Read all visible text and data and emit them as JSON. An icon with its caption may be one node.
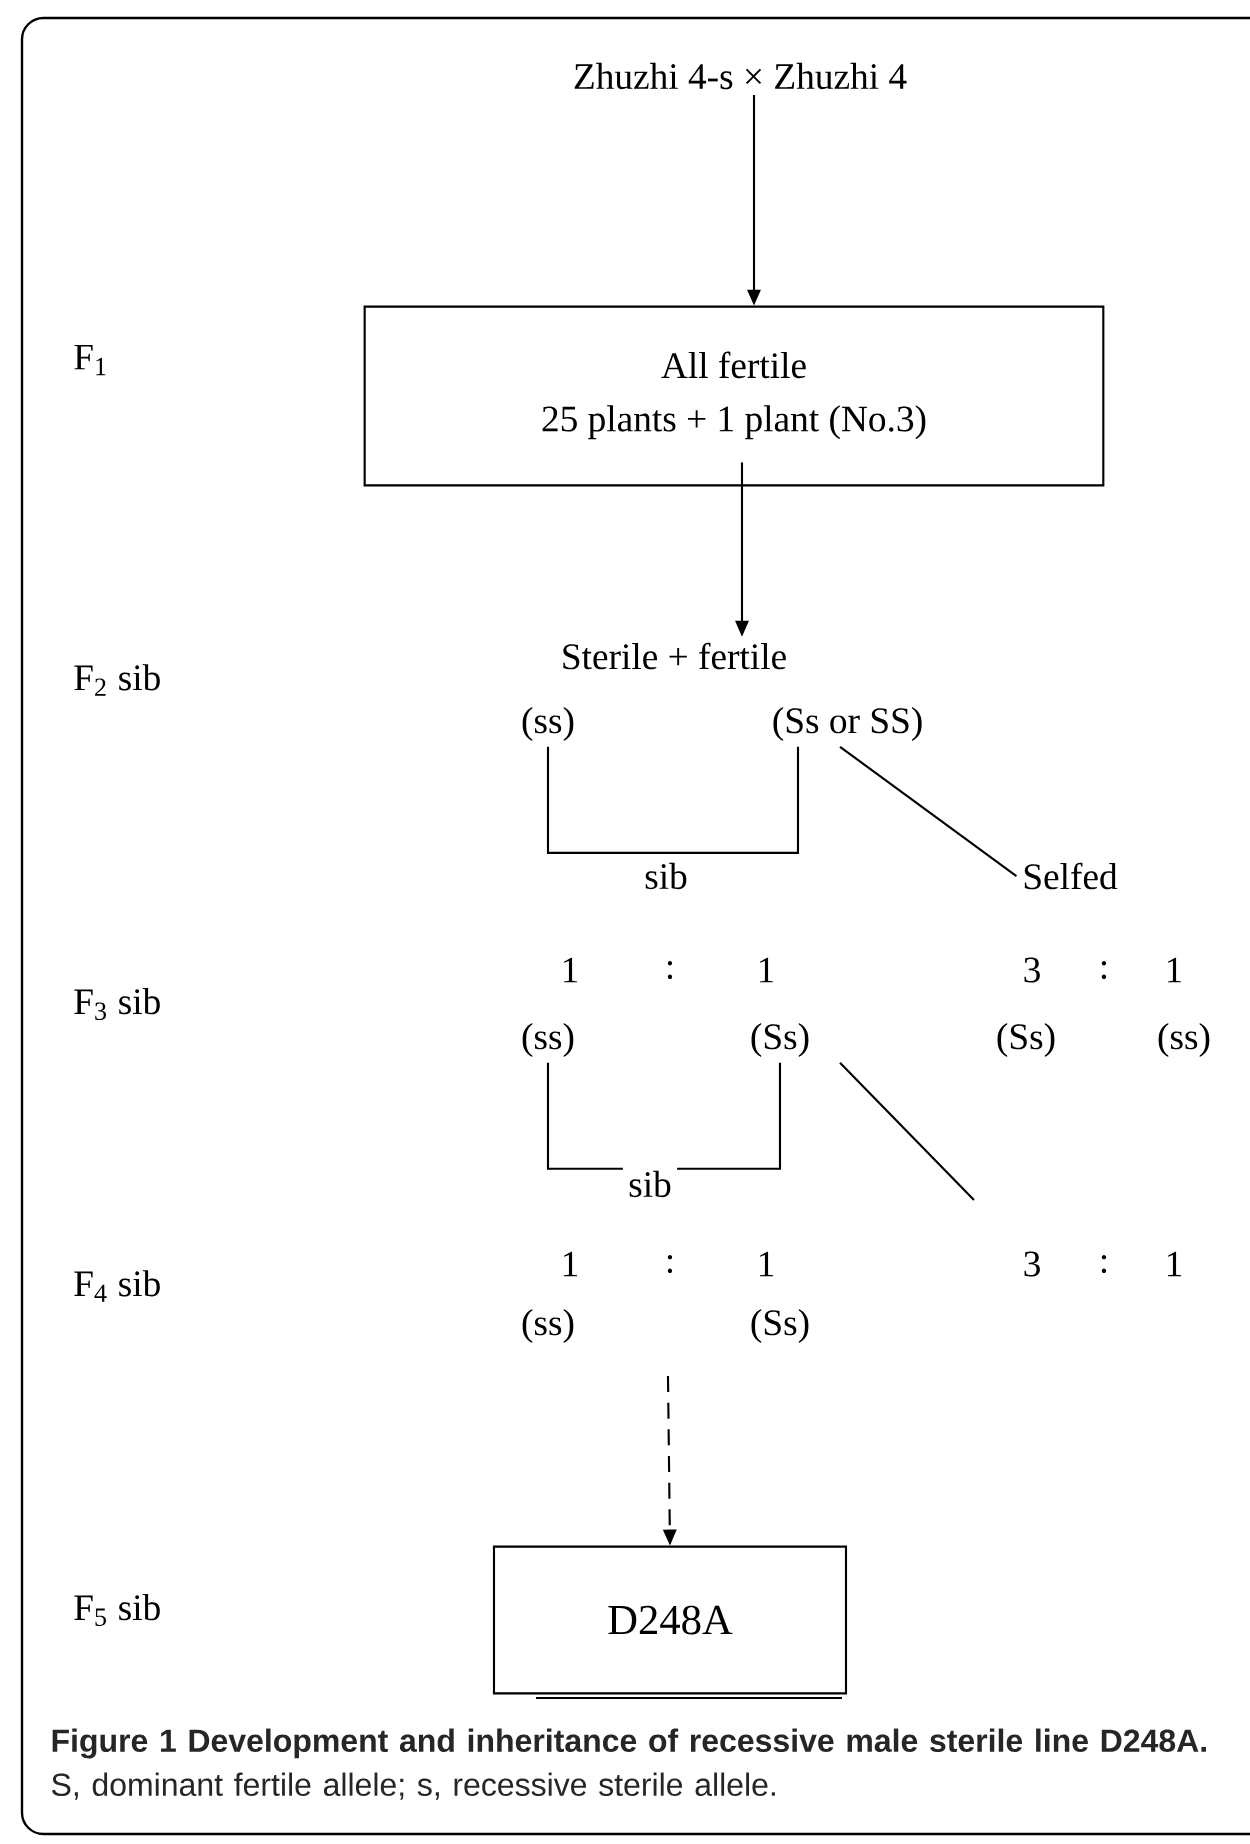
{
  "diagram": {
    "caption": "**Figure 1 Development and inheritance of recessive male sterile line D248A.** S, dominant fertile allele; s, recessive sterile allele.",
    "nodes": [
      {
        "text": [
          "Zhuzhi 4-s × Zhuzhi 4"
        ]
      },
      {
        "text": [
          "All fertile",
          "25 plants + 1 plant (No.3)"
        ]
      },
      {
        "text": [
          "Sterile + fertile"
        ]
      },
      {
        "text": [
          "(ss)"
        ]
      },
      {
        "text": [
          "(Ss or SS)"
        ]
      },
      {
        "text": [
          "Selfed"
        ]
      },
      {
        "text": [
          "(ss)"
        ]
      },
      {
        "text": [
          "(Ss)"
        ]
      },
      {
        "text": [
          "D248A"
        ]
      }
    ],
    "edges": [
      {
        "from": 0,
        "to": 1,
        "arrow": "to"
      },
      {
        "from": 1,
        "to": 2,
        "arrow": "to"
      },
      {
        "from": 3,
        "to": 4,
        "arrow": "none",
        "label": "sib"
      },
      {
        "from": 4,
        "to": 5,
        "arrow": "none"
      },
      {
        "from": 6,
        "to": 7,
        "arrow": "none",
        "label": "sib"
      },
      {
        "from": 7,
        "to": null,
        "arrow": "none"
      },
      {
        "from": null,
        "to": 8,
        "arrow": "to",
        "style": "dashed"
      }
    ],
    "labels": [
      "F$_{1}$",
      "F$_{2}$ sib",
      "1",
      ":",
      "1",
      "3",
      ":",
      "1",
      "F$_{3}$ sib",
      "(Ss)",
      "(ss)",
      "1",
      ":",
      "1",
      "3",
      ":",
      "1",
      "F$_{4}$ sib",
      "(ss)",
      "(Ss)",
      "F$_{5}$ sib"
    ]
  }
}
